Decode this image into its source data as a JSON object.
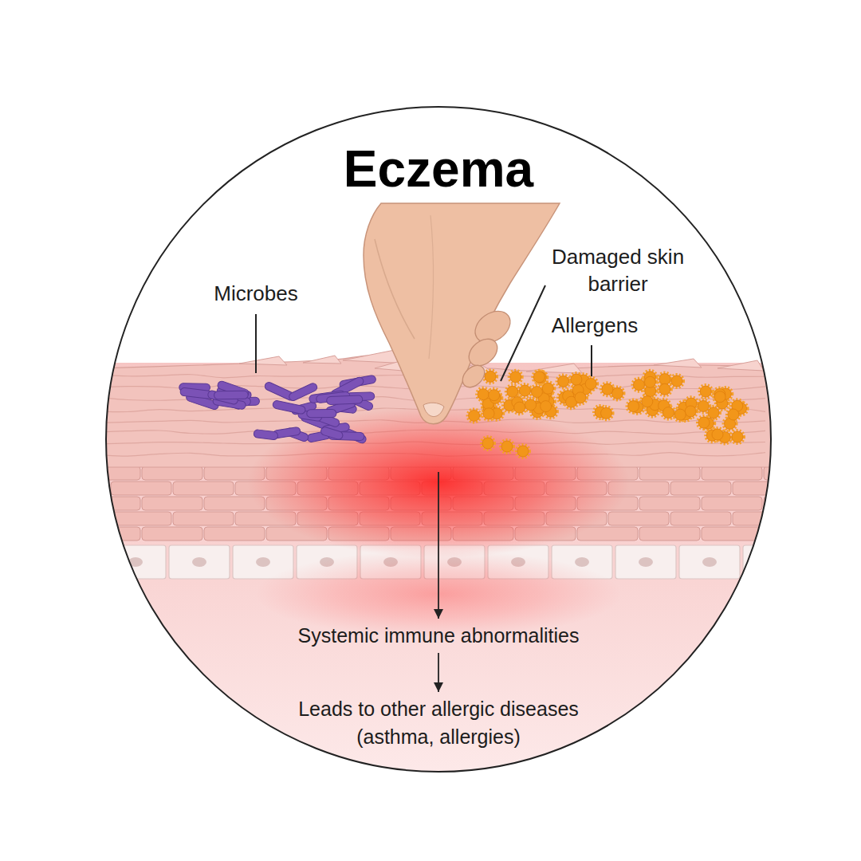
{
  "diagram": {
    "title": "Eczema",
    "nodes": [
      {
        "text": [
          "Systemic immune abnormalities"
        ]
      },
      {
        "text": [
          "Leads to other allergic diseases (asthma, allergies)"
        ]
      }
    ],
    "edges": [
      {
        "from": 0,
        "to": 1,
        "arrow": "to"
      }
    ],
    "labels": [
      "Microbes",
      "Damaged skin barrier",
      "Allergens"
    ]
  }
}
